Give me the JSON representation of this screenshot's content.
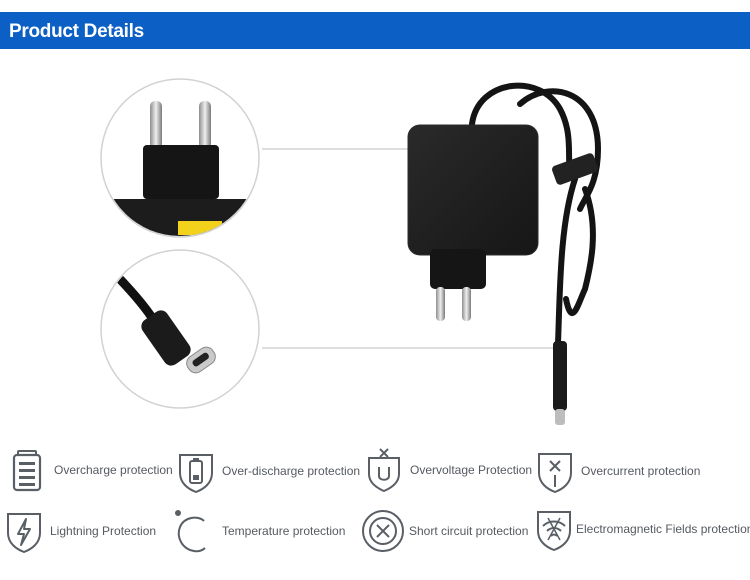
{
  "header": {
    "title": "Product Details"
  },
  "features": [
    {
      "label": "Overcharge protection",
      "icon": "battery-full-icon"
    },
    {
      "label": "Over-discharge protection",
      "icon": "shield-battery-icon"
    },
    {
      "label": "Overvoltage Protection",
      "icon": "shield-u-icon"
    },
    {
      "label": "Overcurrent protection",
      "icon": "shield-current-icon"
    },
    {
      "label": "Lightning Protection",
      "icon": "shield-lightning-icon"
    },
    {
      "label": "Temperature protection",
      "icon": "celsius-icon"
    },
    {
      "label": "Short circuit protection",
      "icon": "circle-x-icon"
    },
    {
      "label": "Electromagnetic Fields protection",
      "icon": "shield-wifi-icon"
    }
  ],
  "colors": {
    "header_bg": "#0b5fc5",
    "icon_stroke": "#5a5f66",
    "text": "#555a60"
  }
}
